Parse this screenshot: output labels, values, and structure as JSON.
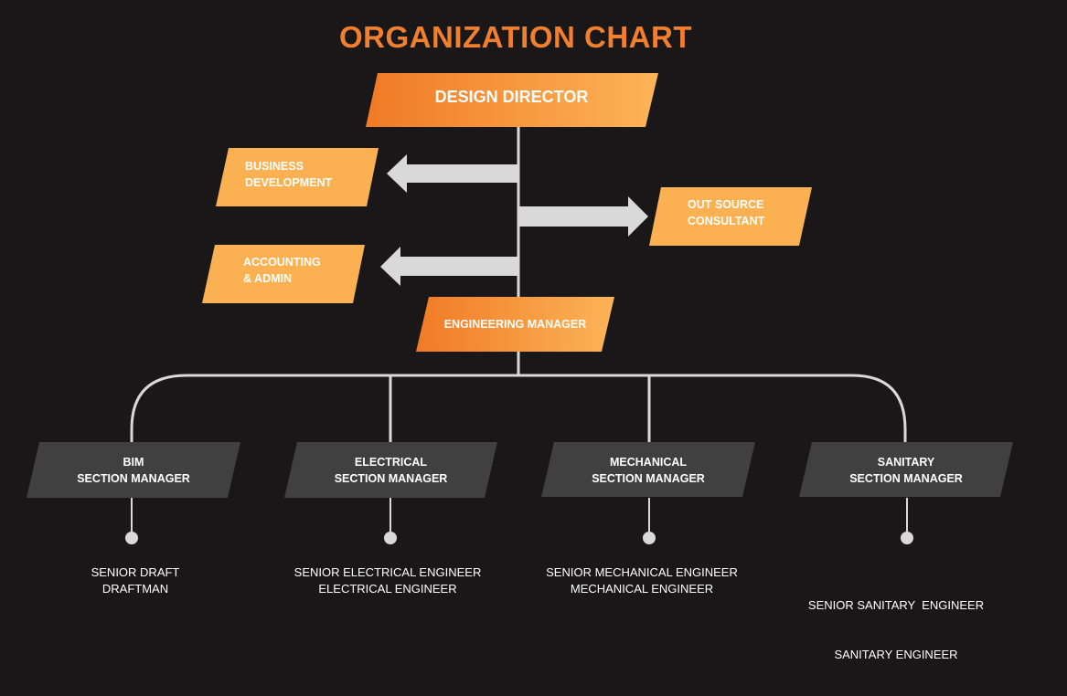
{
  "title": "ORGANIZATION CHART",
  "colors": {
    "background": "#1a1718",
    "orange_dark": "#f07a25",
    "orange_light": "#fdb457",
    "orange_flat": "#fbb152",
    "grey_box": "#404040",
    "connector": "#d9d9d9",
    "title": "#f07f2e"
  },
  "director": {
    "label": "DESIGN DIRECTOR"
  },
  "support": {
    "business": {
      "line1": "BUSINESS",
      "line2": "DEVELOPMENT"
    },
    "outsource": {
      "line1": "OUT SOURCE",
      "line2": "CONSULTANT"
    },
    "accounting": {
      "line1": "ACCOUNTING",
      "line2": "& ADMIN"
    }
  },
  "engineering_manager": {
    "label": "ENGINEERING MANAGER"
  },
  "sections": [
    {
      "line1": "BIM",
      "line2": "SECTION MANAGER",
      "staff1": "SENIOR DRAFT",
      "staff2": "DRAFTMAN"
    },
    {
      "line1": "ELECTRICAL",
      "line2": "SECTION MANAGER",
      "staff1": "SENIOR ELECTRICAL ENGINEER",
      "staff2": "ELECTRICAL ENGINEER"
    },
    {
      "line1": "MECHANICAL",
      "line2": "SECTION MANAGER",
      "staff1": "SENIOR MECHANICAL ENGINEER",
      "staff2": "MECHANICAL ENGINEER"
    },
    {
      "line1": "SANITARY",
      "line2": "SECTION MANAGER",
      "staff1": "SENIOR SANITARY  ENGINEER",
      "staff2": "SANITARY ENGINEER"
    }
  ]
}
